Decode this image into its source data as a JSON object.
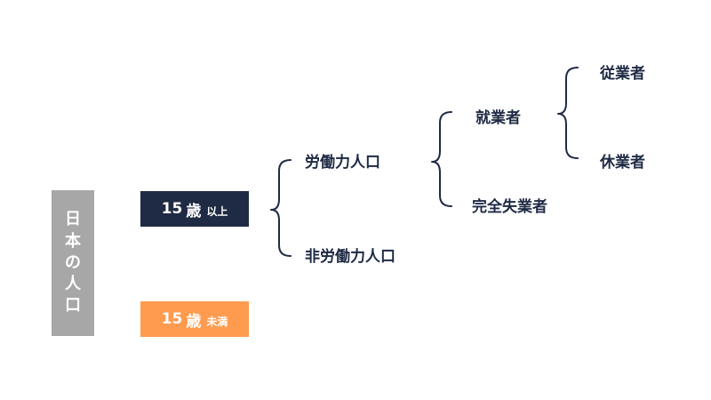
{
  "root": {
    "label_chars": [
      "日",
      "本",
      "の",
      "人",
      "口"
    ]
  },
  "age_boxes": [
    {
      "number": "15",
      "unit": "歳",
      "qualifier": "以上",
      "color": "#1f2a44"
    },
    {
      "number": "15",
      "unit": "歳",
      "qualifier": "未満",
      "color": "#ff9b4f"
    }
  ],
  "nodes": {
    "labor_force": "労働力人口",
    "non_labor_force": "非労働力人口",
    "employed": "就業者",
    "unemployed": "完全失業者",
    "working": "従業者",
    "on_leave": "休業者"
  },
  "colors": {
    "navy": "#1f2a44",
    "orange": "#ff9b4f",
    "gray": "#a7a7a7"
  }
}
